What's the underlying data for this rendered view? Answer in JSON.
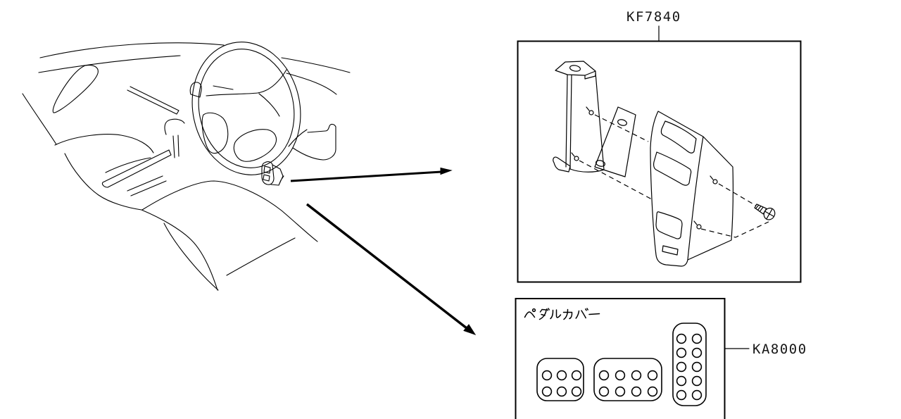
{
  "page": {
    "background_color": "#ffffff",
    "line_color": "#000000"
  },
  "callouts": {
    "foot_rest_assembly": {
      "code": "KF7840"
    },
    "pedal_cover_set": {
      "code": "KA8000"
    }
  },
  "pedal_cover_panel": {
    "caption": "ペダルカバー",
    "hole_grids": {
      "clutch": {
        "cols": 3,
        "rows": 2
      },
      "brake": {
        "cols": 4,
        "rows": 2
      },
      "accelerator": {
        "cols": 2,
        "rows": 5
      }
    }
  },
  "illustrations": {
    "car_interior": "car-interior-line-art",
    "foot_rest_box": "foot-rest-bracket-exploded-view",
    "pedal_cover_box": "pedal-covers-set",
    "arrows": [
      "arrow-to-foot-rest-box",
      "arrow-to-pedal-cover-box"
    ]
  }
}
